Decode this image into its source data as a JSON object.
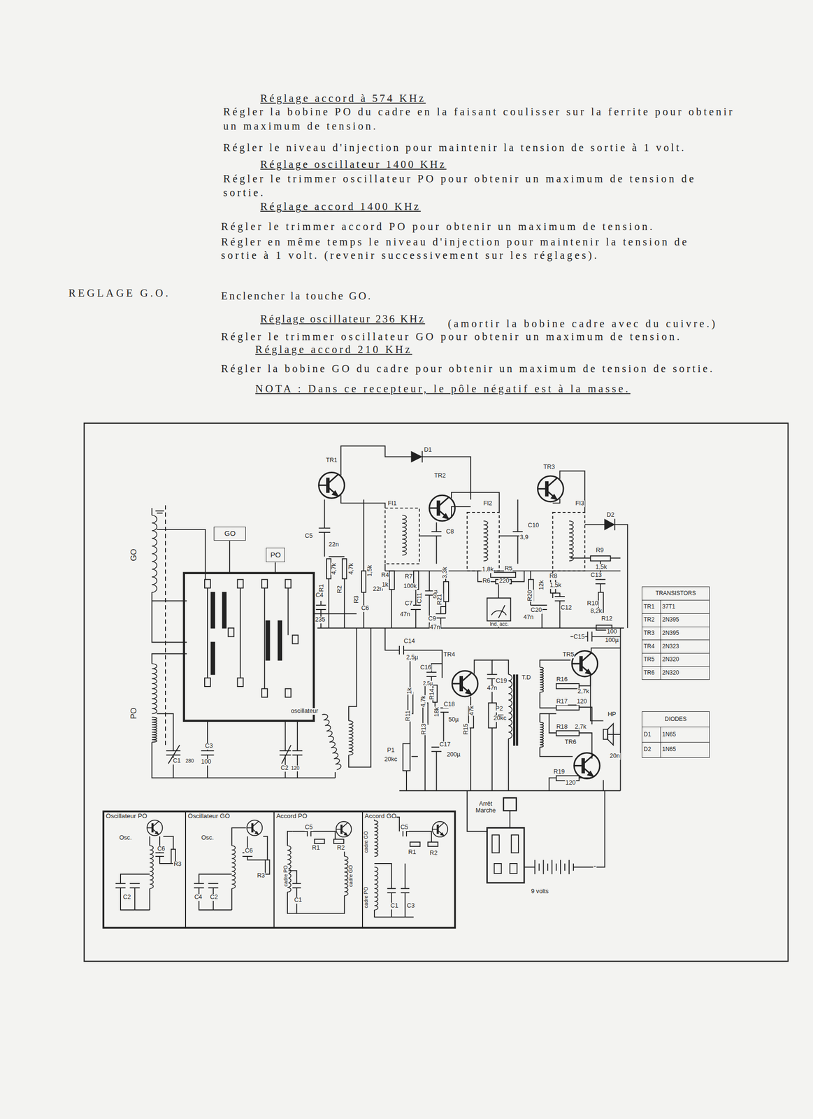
{
  "diagram": {
    "nodes": [
      {
        "text": [
          "GO"
        ]
      },
      {
        "text": [
          "PO"
        ]
      },
      {
        "text": [
          "TRANSISTORS",
          "TR1",
          "37T1",
          "TR2",
          "2N395",
          "TR3",
          "2N395",
          "TR4",
          "2N323",
          "TR5",
          "2N320",
          "TR6",
          "2N320"
        ]
      },
      {
        "text": [
          "DIODES",
          "D1",
          "1N65",
          "D2",
          "1N65"
        ]
      },
      {
        "text": [
          "Oscillateur PO"
        ]
      },
      {
        "text": [
          "Oscillateur GO"
        ]
      },
      {
        "text": [
          "Accord PO"
        ]
      },
      {
        "text": [
          "Accord GO"
        ]
      }
    ],
    "labels": [
      "Réglage accord à 574 KHz",
      "Régler la bobine PO du cadre en la faisant coulisser sur la ferrite pour obtenir",
      "un maximum de tension.",
      "Régler le niveau d'injection pour maintenir la tension de sortie à 1 volt.",
      "Réglage oscillateur 1400 KHz",
      "Régler le trimmer oscillateur PO pour obtenir un maximum de tension de",
      "sortie.",
      "Réglage accord 1400 KHz",
      "Régler le trimmer accord PO pour obtenir un maximum de tension.",
      "Régler en même temps le niveau d'injection pour maintenir la tension de",
      "sortie à 1 volt. (revenir successivement sur les réglages).",
      "REGLAGE G.O.",
      "Enclencher la touche GO.",
      "Réglage oscillateur 236 KHz",
      "(amortir la bobine cadre avec du cuivre.)",
      "Régler le trimmer oscillateur GO pour obtenir un maximum de tension.",
      "Réglage accord 210 KHz",
      "Régler la bobine GO du cadre pour obtenir un maximum de tension de sortie.",
      "NOTA : Dans ce recepteur, le pôle négatif est à la masse.",
      "TR1",
      "D1",
      "TR2",
      "TR3",
      "FI1",
      "FI2",
      "FI3",
      "D2",
      "GO",
      "C5",
      "22n",
      "C8",
      "C10",
      "3,9",
      "R9",
      "1,5k",
      "R1",
      "4,7k",
      "R2",
      "4,7k",
      "R3",
      "1,5k",
      "C4",
      "235",
      "C6",
      "22n",
      "R4",
      "1k",
      "R7",
      "100k",
      "C11",
      "50µ",
      "C7",
      "47n",
      "R21",
      "3,3k",
      "C9",
      "47n",
      "1,8k",
      "R5",
      "R6",
      "220",
      "Ind. acc.",
      "R20",
      "12k",
      "R8",
      "1,5k",
      "C20",
      "47n",
      "C12",
      "C13",
      "R10",
      "8,2k",
      "R12",
      "C15",
      "100",
      "100µ",
      "C14",
      "2,5µ",
      "TR4",
      "C16",
      "2,5µ",
      "C19",
      "47n",
      "T.D",
      "TR5",
      "R16",
      "2,7k",
      "R17",
      "120",
      "HP",
      "R18",
      "2,7k",
      "TR6",
      "20n",
      "R19",
      "120",
      "R11",
      "1k",
      "R13",
      "4,7k",
      "R14",
      "18k",
      "C18",
      "50µ",
      "R15",
      "47k",
      "P2",
      "20kc",
      "C17",
      "200µ",
      "P1",
      "20kc",
      "PO",
      "C1",
      "280",
      "C3",
      "100",
      "C2",
      "120",
      "oscillateur",
      "Arrêt Marche",
      "9 volts",
      "-",
      "Osc.",
      "C2",
      "C6",
      "R3",
      "Osc.",
      "C6",
      "R3",
      "C4",
      "C2",
      "C5",
      "R1",
      "R2",
      "cadre PO",
      "C1",
      "cadre GO",
      "cadre GO",
      "C5",
      "R1",
      "R2",
      "cadre PO",
      "C1",
      "C3"
    ]
  }
}
